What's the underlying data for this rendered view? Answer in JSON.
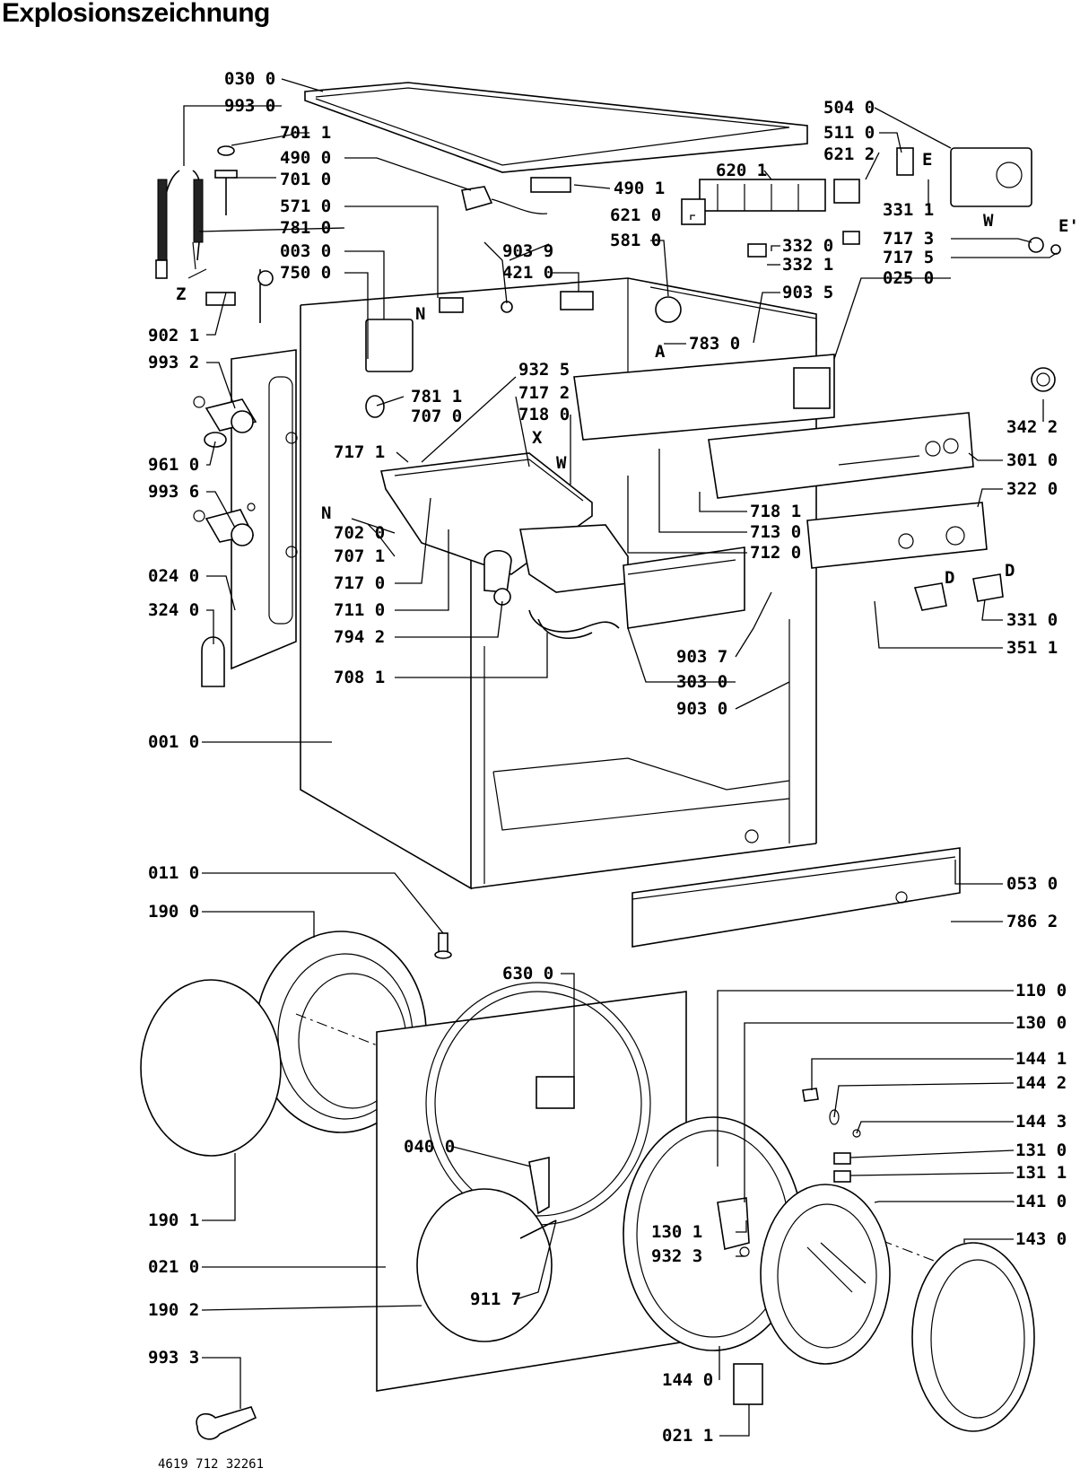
{
  "title": "Explosionszeichnung",
  "drawing_number": "4619 712 32261",
  "callouts": [
    {
      "id": "c-030-0",
      "label": "030 0"
    },
    {
      "id": "c-993-0",
      "label": "993 0"
    },
    {
      "id": "c-701-1",
      "label": "701 1"
    },
    {
      "id": "c-490-0",
      "label": "490 0"
    },
    {
      "id": "c-701-0",
      "label": "701 0"
    },
    {
      "id": "c-571-0",
      "label": "571 0"
    },
    {
      "id": "c-781-0",
      "label": "781 0"
    },
    {
      "id": "c-003-0",
      "label": "003 0"
    },
    {
      "id": "c-750-0",
      "label": "750 0"
    },
    {
      "id": "c-902-1",
      "label": "902 1"
    },
    {
      "id": "c-993-2",
      "label": "993 2"
    },
    {
      "id": "c-961-0",
      "label": "961 0"
    },
    {
      "id": "c-993-6",
      "label": "993 6"
    },
    {
      "id": "c-024-0",
      "label": "024 0"
    },
    {
      "id": "c-324-0",
      "label": "324 0"
    },
    {
      "id": "c-781-1",
      "label": "781 1"
    },
    {
      "id": "c-707-0",
      "label": "707 0"
    },
    {
      "id": "c-717-1",
      "label": "717 1"
    },
    {
      "id": "c-702-0",
      "label": "702 0"
    },
    {
      "id": "c-707-1",
      "label": "707 1"
    },
    {
      "id": "c-717-0",
      "label": "717 0"
    },
    {
      "id": "c-711-0",
      "label": "711 0"
    },
    {
      "id": "c-794-2",
      "label": "794 2"
    },
    {
      "id": "c-708-1",
      "label": "708 1"
    },
    {
      "id": "c-001-0",
      "label": "001 0"
    },
    {
      "id": "c-011-0",
      "label": "011 0"
    },
    {
      "id": "c-190-0",
      "label": "190 0"
    },
    {
      "id": "c-190-1",
      "label": "190 1"
    },
    {
      "id": "c-021-0",
      "label": "021 0"
    },
    {
      "id": "c-190-2",
      "label": "190 2"
    },
    {
      "id": "c-993-3",
      "label": "993 3"
    },
    {
      "id": "c-903-9",
      "label": "903 9"
    },
    {
      "id": "c-421-0",
      "label": "421 0"
    },
    {
      "id": "c-932-5",
      "label": "932 5"
    },
    {
      "id": "c-717-2",
      "label": "717 2"
    },
    {
      "id": "c-718-0",
      "label": "718 0"
    },
    {
      "id": "c-490-1",
      "label": "490 1"
    },
    {
      "id": "c-621-0",
      "label": "621 0"
    },
    {
      "id": "c-581-0",
      "label": "581 0"
    },
    {
      "id": "c-783-0",
      "label": "783 0"
    },
    {
      "id": "c-620-1",
      "label": "620 1"
    },
    {
      "id": "c-332-0",
      "label": "332 0"
    },
    {
      "id": "c-332-1",
      "label": "332 1"
    },
    {
      "id": "c-903-5",
      "label": "903 5"
    },
    {
      "id": "c-504-0",
      "label": "504 0"
    },
    {
      "id": "c-511-0",
      "label": "511 0"
    },
    {
      "id": "c-621-2",
      "label": "621 2"
    },
    {
      "id": "c-331-1",
      "label": "331 1"
    },
    {
      "id": "c-717-3",
      "label": "717 3"
    },
    {
      "id": "c-717-5",
      "label": "717 5"
    },
    {
      "id": "c-025-0",
      "label": "025 0"
    },
    {
      "id": "c-342-2",
      "label": "342 2"
    },
    {
      "id": "c-301-0",
      "label": "301 0"
    },
    {
      "id": "c-322-0",
      "label": "322 0"
    },
    {
      "id": "c-718-1",
      "label": "718 1"
    },
    {
      "id": "c-713-0",
      "label": "713 0"
    },
    {
      "id": "c-712-0",
      "label": "712 0"
    },
    {
      "id": "c-331-0",
      "label": "331 0"
    },
    {
      "id": "c-351-1",
      "label": "351 1"
    },
    {
      "id": "c-903-7",
      "label": "903 7"
    },
    {
      "id": "c-303-0",
      "label": "303 0"
    },
    {
      "id": "c-903-0",
      "label": "903 0"
    },
    {
      "id": "c-053-0",
      "label": "053 0"
    },
    {
      "id": "c-786-2",
      "label": "786 2"
    },
    {
      "id": "c-630-0",
      "label": "630 0"
    },
    {
      "id": "c-040-0",
      "label": "040 0"
    },
    {
      "id": "c-911-7",
      "label": "911 7"
    },
    {
      "id": "c-110-0",
      "label": "110 0"
    },
    {
      "id": "c-130-0",
      "label": "130 0"
    },
    {
      "id": "c-144-1",
      "label": "144 1"
    },
    {
      "id": "c-144-2",
      "label": "144 2"
    },
    {
      "id": "c-144-3",
      "label": "144 3"
    },
    {
      "id": "c-131-0",
      "label": "131 0"
    },
    {
      "id": "c-131-1",
      "label": "131 1"
    },
    {
      "id": "c-141-0",
      "label": "141 0"
    },
    {
      "id": "c-130-1",
      "label": "130 1"
    },
    {
      "id": "c-143-0",
      "label": "143 0"
    },
    {
      "id": "c-932-3",
      "label": "932 3"
    },
    {
      "id": "c-144-0",
      "label": "144 0"
    },
    {
      "id": "c-021-1",
      "label": "021 1"
    }
  ],
  "markers": [
    {
      "id": "m-Z",
      "label": "Z"
    },
    {
      "id": "m-N1",
      "label": "N"
    },
    {
      "id": "m-N2",
      "label": "N"
    },
    {
      "id": "m-A",
      "label": "A"
    },
    {
      "id": "m-X",
      "label": "X"
    },
    {
      "id": "m-W1",
      "label": "W"
    },
    {
      "id": "m-W2",
      "label": "W"
    },
    {
      "id": "m-E1",
      "label": "E"
    },
    {
      "id": "m-E2",
      "label": "E'"
    },
    {
      "id": "m-D1",
      "label": "D"
    },
    {
      "id": "m-D2",
      "label": "D"
    }
  ]
}
